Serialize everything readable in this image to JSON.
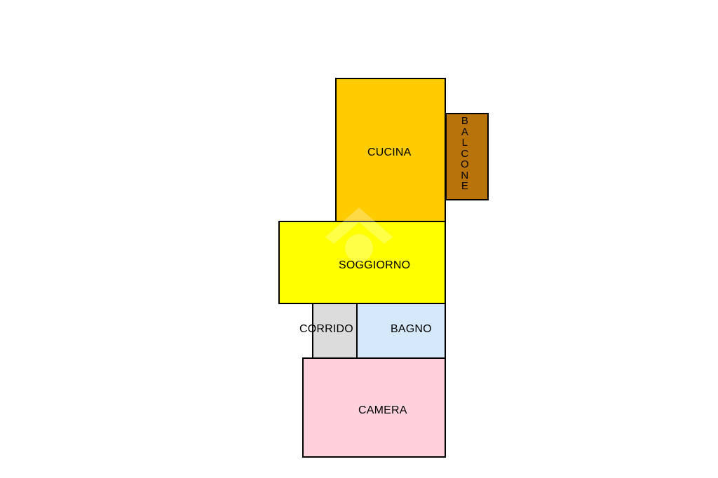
{
  "rooms": {
    "cucina": {
      "label": "CUCINA",
      "color": "#FFCC00"
    },
    "balcone": {
      "label": "BALCONE",
      "color": "#B8730A"
    },
    "soggiorno": {
      "label": "SOGGIORNO",
      "color": "#FFFF00"
    },
    "corridoio": {
      "label": "CORRIDO",
      "color": "#DCDCDC"
    },
    "bagno": {
      "label": "BAGNO",
      "color": "#D6E9FB"
    },
    "camera": {
      "label": "CAMERA",
      "color": "#FFD1DC"
    }
  },
  "watermark": {
    "icon": "house-logo-icon",
    "color": "#FFFFFF"
  }
}
